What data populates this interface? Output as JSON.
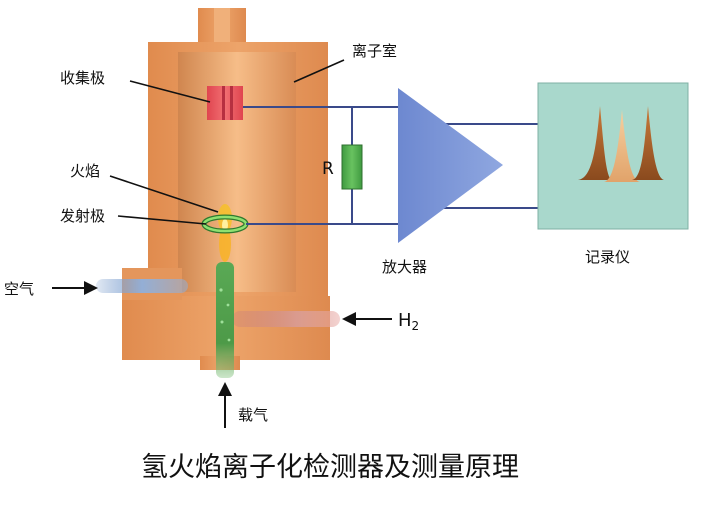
{
  "labels": {
    "ion_chamber": "离子室",
    "collector": "收集极",
    "flame": "火焰",
    "emitter": "发射极",
    "air": "空气",
    "hydrogen": "H",
    "hydrogen_sub": "2",
    "carrier_gas": "载气",
    "resistor": "R",
    "amplifier": "放大器",
    "recorder": "记录仪"
  },
  "caption": "氢火焰离子化检测器及测量原理",
  "colors": {
    "body": "#e59a5f",
    "inner": "#f2b27a",
    "collector": "#e7545a",
    "resistor": "#4aa84a",
    "emitter_ring": "#7ed35a",
    "flame": "#f6c02a",
    "amplifier": "#7b95d6",
    "recorder_bg": "#a9d8cc",
    "wire": "#3a4a8a",
    "carrier_flow": "#4d9a48",
    "air_flow": "#7f9fc8",
    "h2_flow": "#c9807c"
  }
}
